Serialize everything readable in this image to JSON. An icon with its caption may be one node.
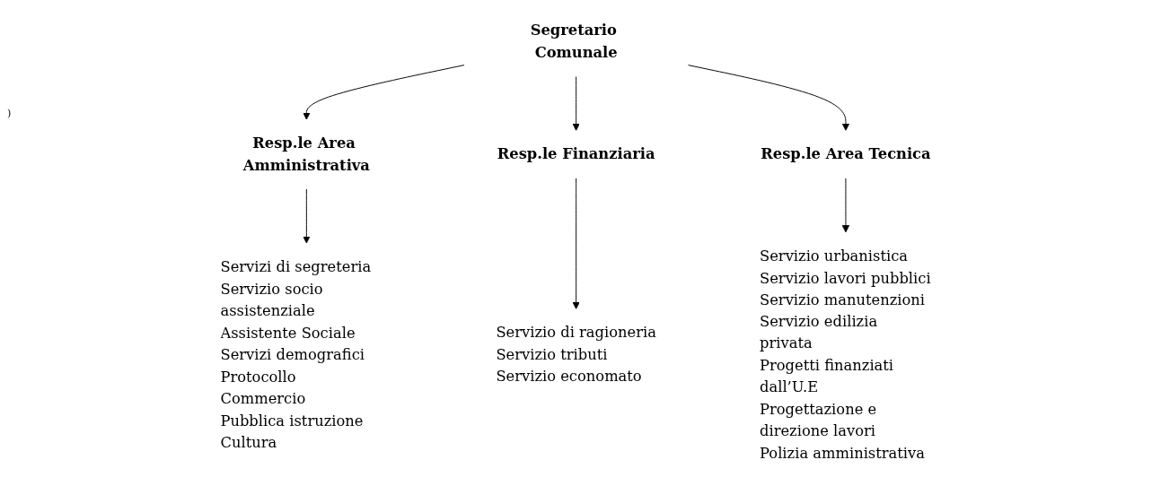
{
  "diagram": {
    "nodes": [
      {
        "text": [
          "Segretario Comunale"
        ]
      },
      {
        "text": [
          "Resp.le Area Amministrativa"
        ]
      },
      {
        "text": [
          "Resp.le Finanziaria"
        ]
      },
      {
        "text": [
          "Resp.le Area Tecnica"
        ]
      },
      {
        "text": [
          "Servizi di segreteria",
          "Servizio socio assistenziale",
          "Assistente Sociale",
          "Servizi demografici",
          "Protocollo",
          "Commercio",
          "Pubblica istruzione",
          "Cultura"
        ]
      },
      {
        "text": [
          "Servizio di ragioneria",
          "Servizio tributi",
          "Servizio economato"
        ]
      },
      {
        "text": [
          "Servizio urbanistica",
          "Servizio lavori pubblici",
          "Servizio manutenzioni",
          "Servizio edilizia privata",
          "Progetti finanziati dall’U.E",
          "Progettazione e direzione lavori",
          "Polizia amministrativa"
        ]
      }
    ],
    "edges": [
      {
        "from": 0,
        "to": 1,
        "arrow": "to"
      },
      {
        "from": 0,
        "to": 2,
        "arrow": "to"
      },
      {
        "from": 0,
        "to": 3,
        "arrow": "to"
      },
      {
        "from": 1,
        "to": 4,
        "arrow": "to"
      },
      {
        "from": 2,
        "to": 5,
        "arrow": "to"
      },
      {
        "from": 3,
        "to": 6,
        "arrow": "to"
      }
    ],
    "labels": [
      ")"
    ]
  }
}
